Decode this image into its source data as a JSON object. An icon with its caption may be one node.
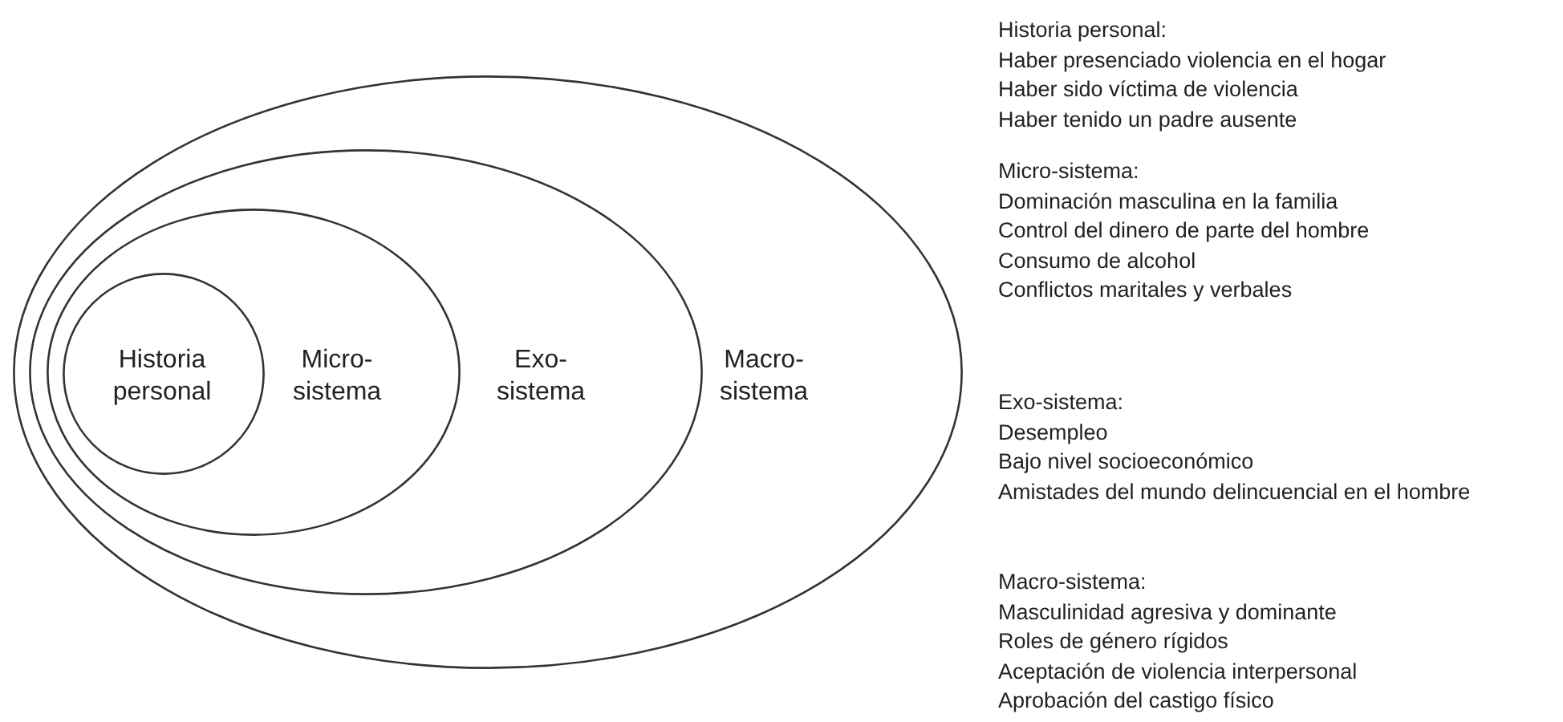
{
  "diagram": {
    "nodes": [
      {
        "text": [
          "Macro- sistema"
        ]
      },
      {
        "text": [
          "Exo- sistema"
        ],
        "in": 0
      },
      {
        "text": [
          "Micro- sistema"
        ],
        "in": 1
      },
      {
        "text": [
          "Historia personal"
        ],
        "in": 2
      }
    ],
    "labels": [
      "Historia personal:",
      "Haber presenciado violencia en el hogar",
      "Haber sido víctima de violencia",
      "Haber tenido un padre ausente",
      "Micro-sistema:",
      "Dominación masculina en la familia",
      "Control del dinero de parte del hombre",
      "Consumo de alcohol",
      "Conflictos maritales y verbales",
      "Exo-sistema:",
      "Desempleo",
      "Bajo nivel socioeconómico",
      "Amistades del mundo delincuencial en el hombre",
      "Macro-sistema:",
      "Masculinidad agresiva y dominante",
      "Roles de género rígidos",
      "Aceptación de violencia interpersonal",
      "Aprobación del castigo físico"
    ]
  }
}
